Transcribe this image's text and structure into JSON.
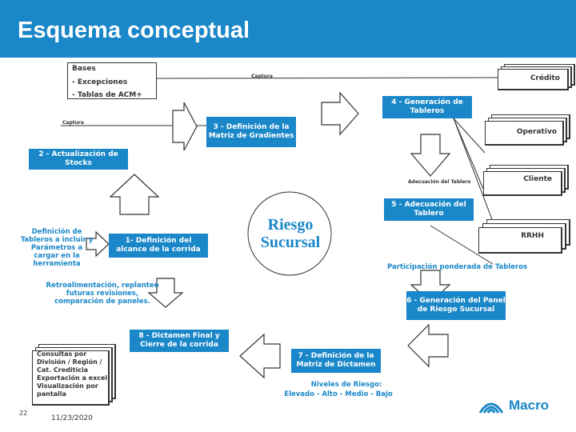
{
  "header": {
    "title": "Esquema conceptual"
  },
  "bases": {
    "title": "Bases",
    "line1": "- Excepciones",
    "line2": "- Tablas de ACM+"
  },
  "captura_top": "Captura",
  "captura_left": "Captura",
  "credito": "Crédito",
  "step4": "4 - Generación de Tableros",
  "operativo": "Operativo",
  "step3": "3 - Definición de la Matriz de Gradientes",
  "step2": "2 - Actualización de Stocks",
  "adecuacion": "Adecuación del Tablero",
  "cliente": "Cliente",
  "step5": "5 - Adecuación del Tablero",
  "rrhh": "RRHH",
  "definicion": "Definición de Tableros a incluir y Parámetros a cargar en la herramienta",
  "step1": "1- Definición del alcance de la corrida",
  "center": {
    "line1": "Riesgo",
    "line2": "Sucursal"
  },
  "participacion": "Participación ponderada de Tableros",
  "retro": "Retroalimentación, replanteo futuras revisiones, comparación de paneles.",
  "step6": "6 - Generación del Panel de Riesgo Sucursal",
  "step8": "8 - Dictamen Final y Cierre de la corrida",
  "consultas": [
    "Consultas por",
    "División / Región /",
    "Cat. Crediticia",
    "Exportación a excel",
    "Visualización por",
    "pantalla"
  ],
  "step7": "7 - Definición de la Matriz de Dictamen",
  "niveles": {
    "title": "Niveles de Riesgo:",
    "values": "Elevado - Alto - Medio - Bajo"
  },
  "footer": {
    "page": "22",
    "date": "11/23/2020"
  },
  "logo": {
    "text": "Macro"
  },
  "colors": {
    "brand": "#1a87c8",
    "outline": "#333333"
  }
}
